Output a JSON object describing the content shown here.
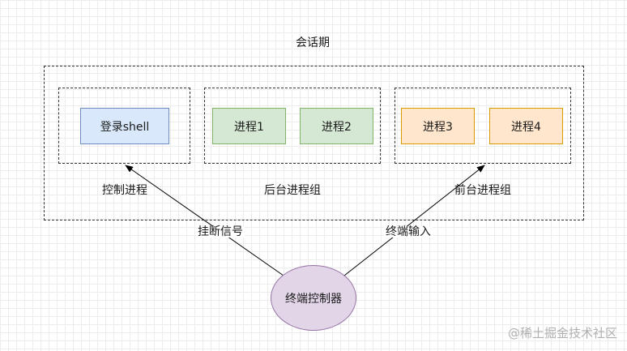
{
  "diagram": {
    "session_label": "会话期",
    "groups": [
      {
        "label": "控制进程",
        "processes": [
          "登录shell"
        ],
        "color": "#dae8fc"
      },
      {
        "label": "后台进程组",
        "processes": [
          "进程1",
          "进程2"
        ],
        "color": "#d5e8d4"
      },
      {
        "label": "前台进程组",
        "processes": [
          "进程3",
          "进程4"
        ],
        "color": "#ffe6cc"
      }
    ],
    "terminal": "终端控制器",
    "edges": [
      {
        "label": "挂断信号",
        "from": "终端控制器",
        "to": "控制进程"
      },
      {
        "label": "终端输入",
        "from": "终端控制器",
        "to": "前台进程组"
      }
    ]
  },
  "watermark": "@稀土掘金技术社区"
}
